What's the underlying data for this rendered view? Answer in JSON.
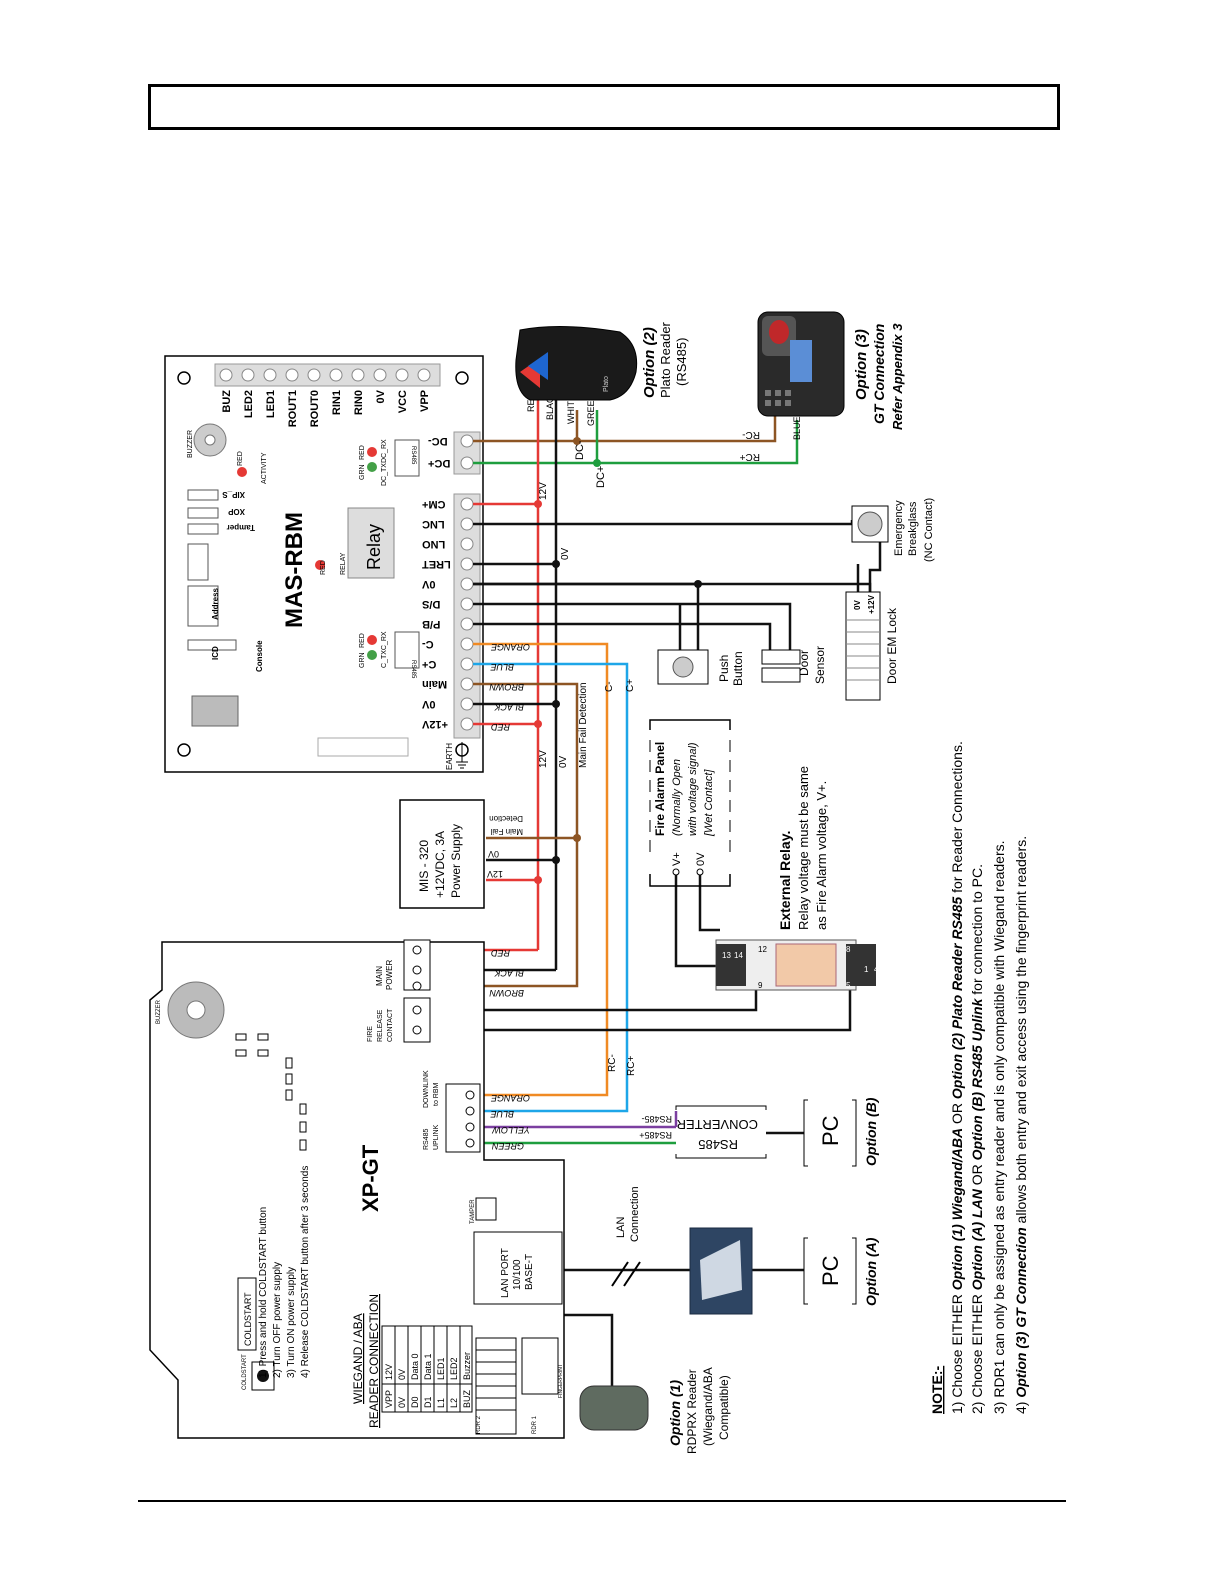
{
  "header": {
    "title": ""
  },
  "colors": {
    "red": "#e53935",
    "black": "#111111",
    "brown": "#8d5524",
    "orange": "#f08a24",
    "blue": "#1ea6e8",
    "green": "#1e9e3e",
    "purple": "#7b3fa0"
  },
  "rbm": {
    "title": "MAS-RBM",
    "buzzer": "BUZZER",
    "activity": "ACTIVITY",
    "red": "RED",
    "relay_box": "Relay",
    "relay_led": "RELAY",
    "console": "Console",
    "icd": "ICD",
    "address": "Address",
    "tamper": "Tamper",
    "xop": "XOP",
    "xip": "XIP_S",
    "grn": "GRN",
    "c_txc_rx": "C_TXC_RX",
    "dc_txdc_rx": "DC_TXDC_RX",
    "rs485": "RS485",
    "earth": "EARTH",
    "top_pins": [
      "BUZ",
      "LED2",
      "LED1",
      "ROUT1",
      "ROUT0",
      "RIN1",
      "RIN0",
      "0V",
      "VCC",
      "VPP"
    ],
    "right_pins": [
      "DC-",
      "DC+",
      "CM+",
      "LNC",
      "LNO",
      "LRET",
      "0V",
      "D/S",
      "P/B",
      "C-",
      "C+",
      "Main",
      "0V",
      "+12V"
    ]
  },
  "wires": {
    "red": "RED",
    "black": "BLACK",
    "brown": "BROWN",
    "orange": "ORANGE",
    "blue": "BLUE",
    "white": "WHITE",
    "green": "GREEN",
    "yellow": "YELLOW",
    "v12": "12V",
    "v0": "0V",
    "main_fail": "Main Fail Detection",
    "dcm": "DC-",
    "dcp": "DC+",
    "rcm": "RC-",
    "rcp": "RC+",
    "cm": "C-",
    "cp": "C+",
    "rs485m": "RS485-",
    "rs485p": "RS485+"
  },
  "psu": {
    "l1": "MIS - 320",
    "l2": "+12VDC, 3A",
    "l3": "Power Supply",
    "detect1": "Main Fail",
    "detect2": "Detection",
    "v0": "0V",
    "v12": "12V"
  },
  "plato": {
    "opt": "Option (2)",
    "l1": "Plato Reader",
    "l2": "(RS485)",
    "brand": "Plato"
  },
  "gt": {
    "opt": "Option (3)",
    "l1": "GT Connection",
    "l2": "Refer Appendix 3"
  },
  "breakglass": {
    "l1": "Emergency",
    "l2": "Breakglass",
    "l3": "(NC Contact)"
  },
  "emlock": {
    "label": "Door EM Lock",
    "v0": "0V",
    "v12": "+12V"
  },
  "push": {
    "l1": "Push",
    "l2": "Button"
  },
  "sensor": {
    "l1": "Door",
    "l2": "Sensor"
  },
  "fire": {
    "l1": "Fire Alarm Panel",
    "l2": "(Normally Open",
    "l3": "with voltage signal)",
    "l4": "[Wet Contact]",
    "vp": "V+",
    "v0": "0V"
  },
  "ext_relay": {
    "title": "External Relay.",
    "l2": "Relay voltage must be same",
    "l3": "as Fire Alarm voltage, V+.",
    "pins": [
      "13",
      "14",
      "12",
      "9",
      "8",
      "5",
      "1",
      "4"
    ]
  },
  "xpgt": {
    "title": "XP-GT",
    "buzzer": "BUZZER",
    "coldstart_btn": "COLDSTART",
    "coldstart_label": "COLDSTART",
    "steps": [
      "1) Press and hold COLDSTART button",
      "2) Turn OFF power supply",
      "3) Turn ON power supply",
      "4) Release COLDSTART button after 3 seconds"
    ],
    "wiegand_title1": "WIEGAND / ABA",
    "wiegand_title2": "READER CONNECTION",
    "wiegand_rows": [
      [
        "VPP",
        "12V"
      ],
      [
        "0V",
        "0V"
      ],
      [
        "D0",
        "Data 0"
      ],
      [
        "D1",
        "Data 1"
      ],
      [
        "L1",
        "LED1"
      ],
      [
        "L2",
        "LED2"
      ],
      [
        "BUZ",
        "Buzzer"
      ]
    ],
    "lan_port": [
      "LAN PORT",
      "10/100",
      "BASE-T"
    ],
    "tamper": "TAMPER",
    "main_power": [
      "MAIN",
      "POWER"
    ],
    "fire_contact": [
      "FIRE",
      "RELEASE",
      "CONTACT"
    ],
    "downlink": [
      "DOWNLINK",
      "to RBM"
    ],
    "uplink": [
      "RS485",
      "UPLINK"
    ],
    "rdr1": "RDR 1",
    "rdr2": "RDR 2",
    "fingerprint": "FINGERPRINT"
  },
  "converter": {
    "l1": "RS485",
    "l2": "CONVERTER"
  },
  "pc_b": {
    "pc": "PC",
    "opt": "Option (B)"
  },
  "pc_a": {
    "pc": "PC",
    "opt": "Option (A)"
  },
  "lan": {
    "l1": "LAN",
    "l2": "Connection"
  },
  "rdprx": {
    "opt": "Option (1)",
    "l1": "RDPRX Reader",
    "l2": "(Wiegand/ABA",
    "l3": "Compatible)"
  },
  "notes": {
    "title": "NOTE:-",
    "n1": [
      [
        "1) Choose EITHER ",
        ""
      ],
      [
        "Option (1) Wiegand/ABA",
        "b"
      ],
      [
        " OR ",
        ""
      ],
      [
        "Option (2) Plato Reader RS485",
        "b"
      ],
      [
        " for Reader Connections.",
        ""
      ]
    ],
    "n2": [
      [
        "2) Choose EITHER ",
        ""
      ],
      [
        "Option (A) LAN",
        "b"
      ],
      [
        " OR ",
        ""
      ],
      [
        "Option (B) RS485 Uplink",
        "b"
      ],
      [
        " for connection to PC.",
        ""
      ]
    ],
    "n3": [
      [
        "3) RDR1 can only be assigned as entry reader and is only compatible with Wiegand readers.",
        ""
      ]
    ],
    "n4": [
      [
        "4) ",
        ""
      ],
      [
        "Option (3) GT Connection",
        "b"
      ],
      [
        " allows both entry and exit access using the fingerprint readers.",
        ""
      ]
    ]
  }
}
